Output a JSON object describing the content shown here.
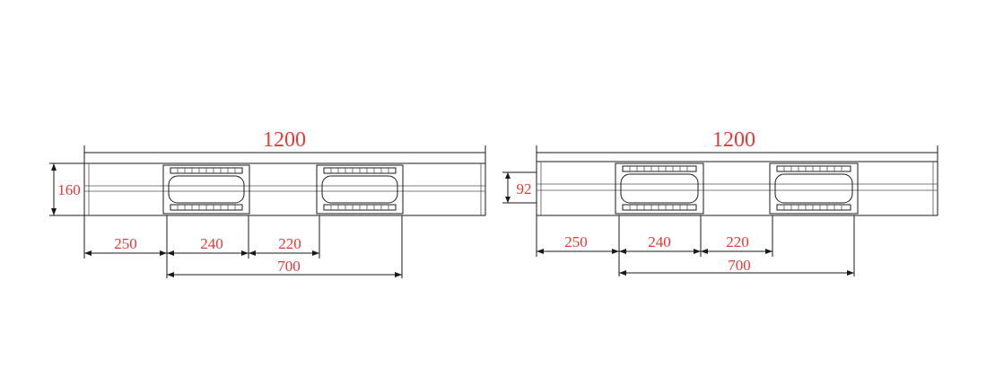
{
  "colors": {
    "dimension_text": "#e53935",
    "lines": "#1a1a1a",
    "background": "#ffffff"
  },
  "views": [
    {
      "id": "left",
      "overall_length": "1200",
      "height": "160",
      "segments": {
        "a": "250",
        "b": "240",
        "c": "220"
      },
      "span": "700"
    },
    {
      "id": "right",
      "overall_length": "1200",
      "height": "92",
      "segments": {
        "a": "250",
        "b": "240",
        "c": "220"
      },
      "span": "700"
    }
  ]
}
